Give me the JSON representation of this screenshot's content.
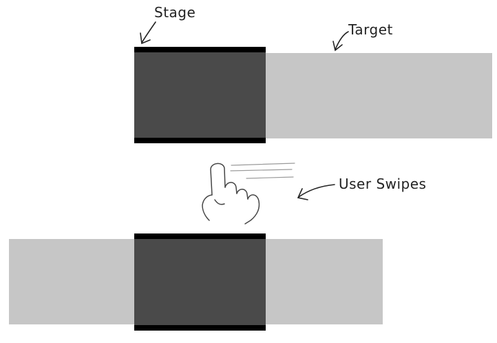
{
  "labels": {
    "stage": "Stage",
    "target": "Target",
    "user_swipes": "User Swipes"
  },
  "colors": {
    "stage_fill": "#4a4a4a",
    "stage_border": "#000000",
    "target_fill": "#c6c6c6",
    "ink": "#222222"
  },
  "icons": [
    "hand-swipe-icon",
    "arrow-icon"
  ]
}
